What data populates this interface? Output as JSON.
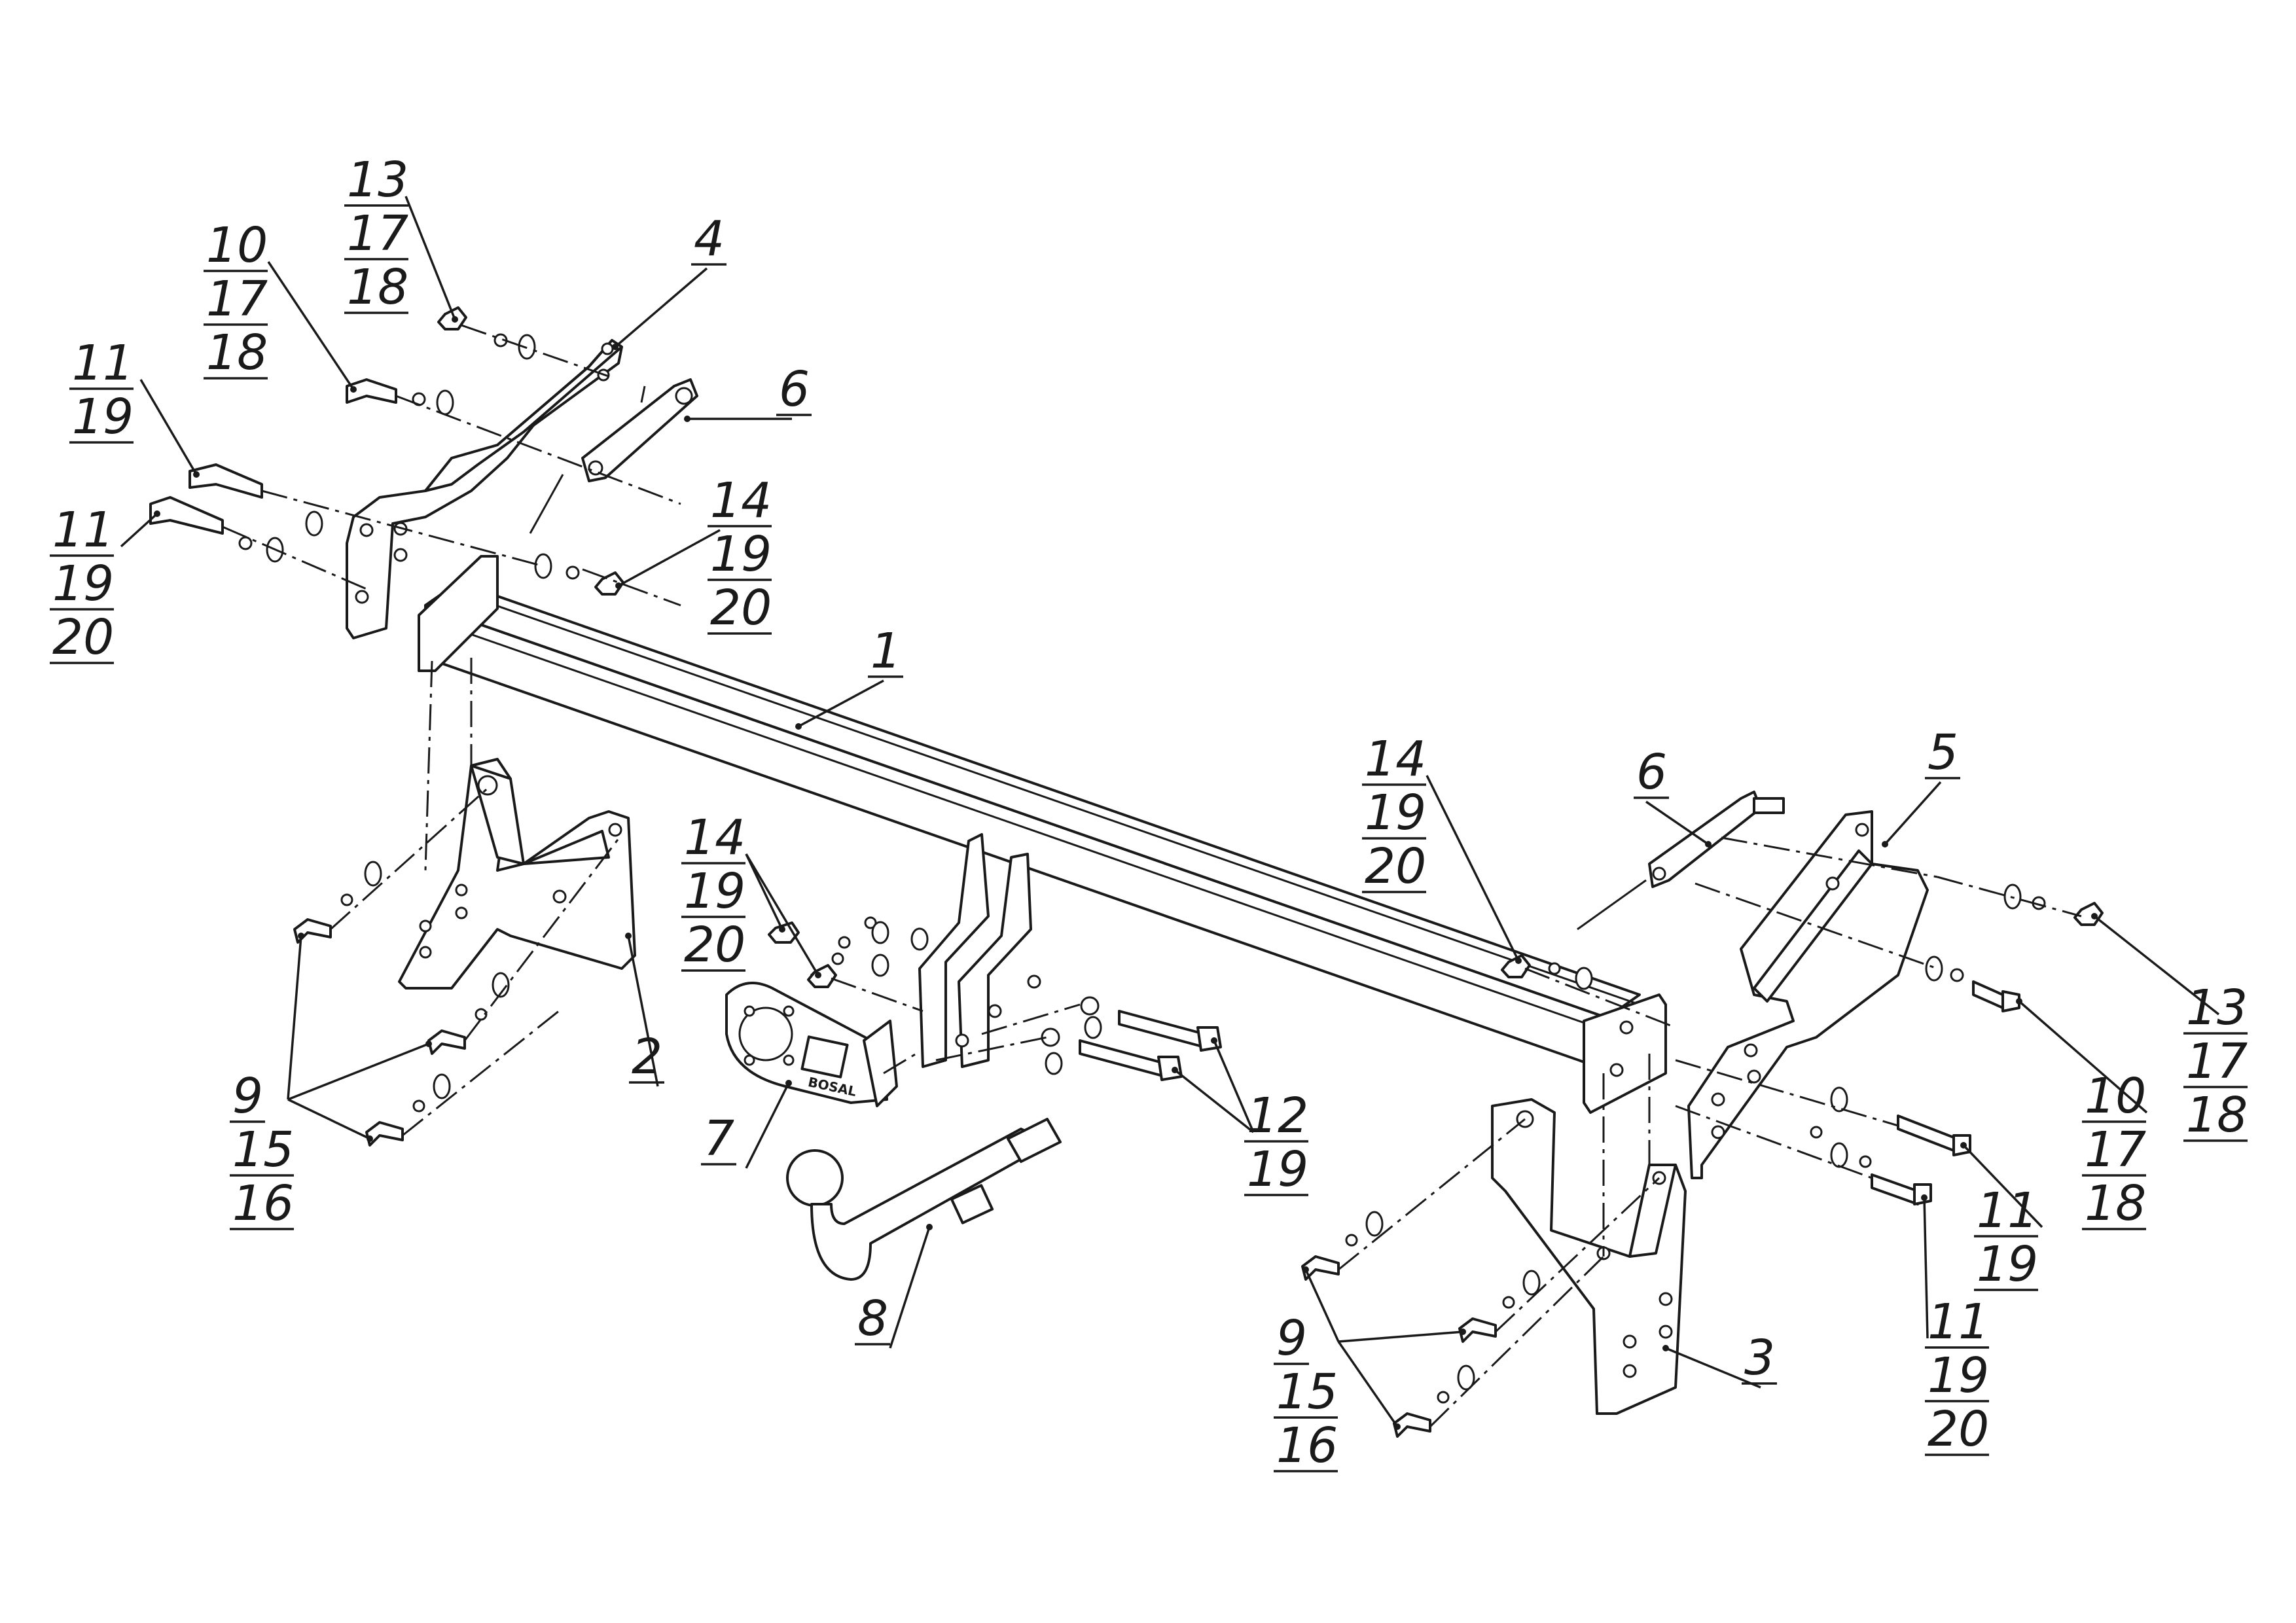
{
  "callouts": [
    {
      "id": "c1",
      "lines": [
        "1"
      ]
    },
    {
      "id": "c2",
      "lines": [
        "2"
      ]
    },
    {
      "id": "c3",
      "lines": [
        "3"
      ]
    },
    {
      "id": "c4",
      "lines": [
        "4"
      ]
    },
    {
      "id": "c5",
      "lines": [
        "5"
      ]
    },
    {
      "id": "c6a",
      "lines": [
        "6"
      ]
    },
    {
      "id": "c6b",
      "lines": [
        "6"
      ]
    },
    {
      "id": "c7",
      "lines": [
        "7"
      ]
    },
    {
      "id": "c8",
      "lines": [
        "8"
      ]
    },
    {
      "id": "c9a",
      "lines": [
        "9",
        "15",
        "16"
      ]
    },
    {
      "id": "c9b",
      "lines": [
        "9",
        "15",
        "16"
      ]
    },
    {
      "id": "c10a",
      "lines": [
        "10",
        "17",
        "18"
      ]
    },
    {
      "id": "c10b",
      "lines": [
        "10",
        "17",
        "18"
      ]
    },
    {
      "id": "c11a",
      "lines": [
        "11",
        "19"
      ]
    },
    {
      "id": "c11b",
      "lines": [
        "11",
        "19",
        "20"
      ]
    },
    {
      "id": "c11c",
      "lines": [
        "11",
        "19"
      ]
    },
    {
      "id": "c11d",
      "lines": [
        "11",
        "19",
        "20"
      ]
    },
    {
      "id": "c12",
      "lines": [
        "12",
        "19"
      ]
    },
    {
      "id": "c13a",
      "lines": [
        "13",
        "17",
        "18"
      ]
    },
    {
      "id": "c13b",
      "lines": [
        "13",
        "17",
        "18"
      ]
    },
    {
      "id": "c14a",
      "lines": [
        "14",
        "19",
        "20"
      ]
    },
    {
      "id": "c14b",
      "lines": [
        "14",
        "19",
        "20"
      ]
    },
    {
      "id": "c14c",
      "lines": [
        "14",
        "19",
        "20"
      ]
    }
  ],
  "socket_plate_mark": "BOSAL"
}
